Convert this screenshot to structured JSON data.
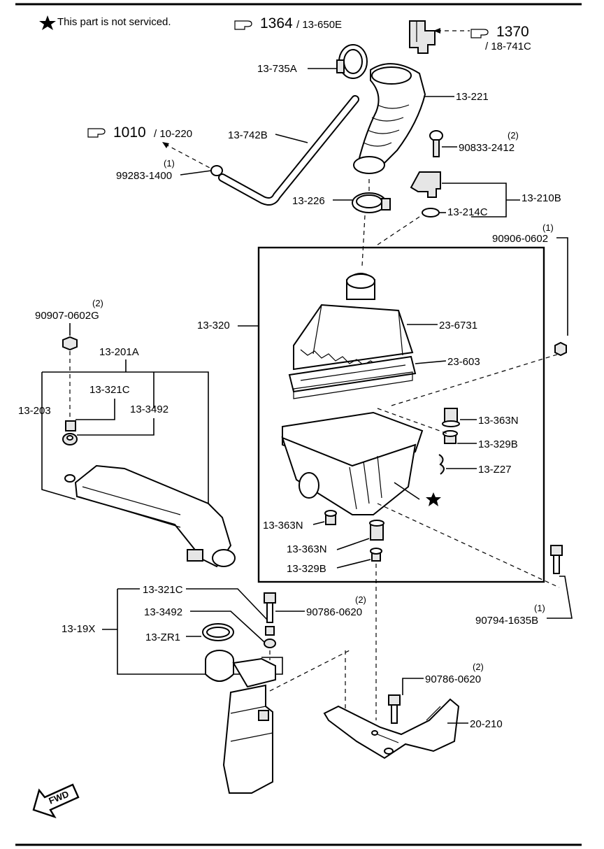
{
  "note": {
    "text": "This part is not serviced."
  },
  "refs": {
    "r1364": {
      "num": "1364",
      "sub": "/ 13-650E"
    },
    "r1370": {
      "num": "1370",
      "sub": "/ 18-741C"
    },
    "r1010": {
      "num": "1010",
      "sub": "/ 10-220"
    }
  },
  "labels": {
    "l13_735A": "13-735A",
    "l13_221": "13-221",
    "l13_742B": "13-742B",
    "l90833": "90833-2412",
    "q90833": "(2)",
    "l99283": "99283-1400",
    "q99283": "(1)",
    "l13_226": "13-226",
    "l13_214C": "13-214C",
    "l13_210B": "13-210B",
    "l90906": "90906-0602",
    "q90906": "(1)",
    "l90907": "90907-0602G",
    "q90907": "(2)",
    "l13_320": "13-320",
    "l23_6731": "23-6731",
    "l23_603": "23-603",
    "l13_201A": "13-201A",
    "l13_321C_a": "13-321C",
    "l13_203": "13-203",
    "l13_3492_a": "13-3492",
    "l13_363N_a": "13-363N",
    "l13_329B_a": "13-329B",
    "l13_Z27": "13-Z27",
    "l13_363N_b": "13-363N",
    "l13_363N_c": "13-363N",
    "l13_329B_b": "13-329B",
    "l13_321C_b": "13-321C",
    "l90786_a": "90786-0620",
    "q90786_a": "(2)",
    "l13_3492_b": "13-3492",
    "l13_19X": "13-19X",
    "l13_ZR1": "13-ZR1",
    "l90794": "90794-1635B",
    "q90794": "(1)",
    "l90786_b": "90786-0620",
    "q90786_b": "(2)",
    "l20_210": "20-210",
    "fwd": "FWD"
  },
  "icons": [
    "star-icon",
    "pointing-hand-icon",
    "fwd-arrow-icon"
  ]
}
